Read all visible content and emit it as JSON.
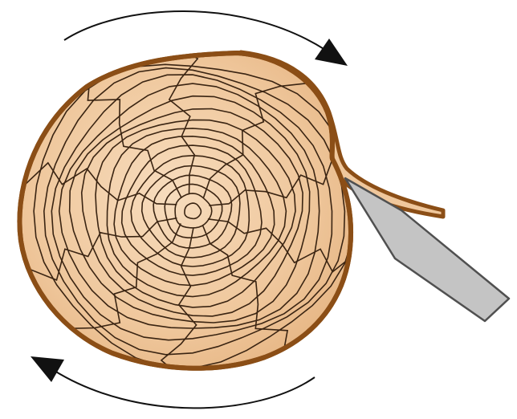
{
  "diagram": {
    "subject": "rotary-cut-veneer-peeling",
    "elements": [
      "log-cross-section",
      "growth-rings",
      "radial-cracks",
      "veneer-sheet",
      "knife-blade",
      "rotation-arrow-top",
      "rotation-arrow-bottom"
    ],
    "colors": {
      "bark": "#8b4e16",
      "wood_light": "#f6d7b4",
      "wood_mid": "#e8b98a",
      "ring_line": "#3a2412",
      "crack_line": "#3a2412",
      "blade_fill": "#c4c4c4",
      "blade_stroke": "#505050",
      "arrow": "#111111",
      "background": "#ffffff"
    },
    "rotation_direction": "clockwise"
  }
}
